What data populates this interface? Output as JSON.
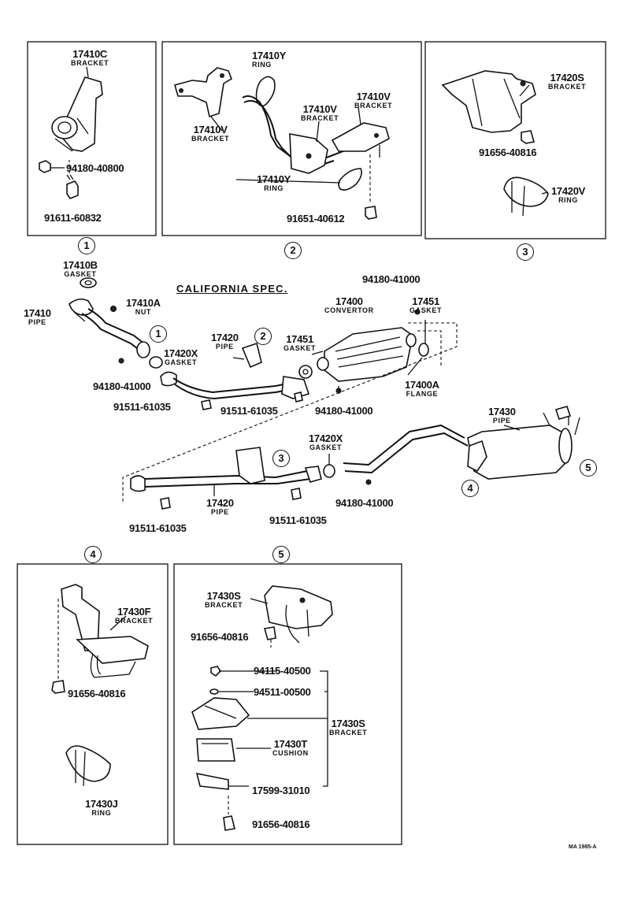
{
  "diagram": {
    "spec_title": "CALIFORNIA  SPEC.",
    "ref_code": "MA 1985-A",
    "section_markers": [
      "1",
      "2",
      "3",
      "4",
      "5"
    ],
    "box1": {
      "bracket_17410c": {
        "num": "17410C",
        "name": "BRACKET"
      },
      "nut_94180_40800": "94180-40800",
      "bolt_91611_60832": "91611-60832"
    },
    "box2": {
      "ring_17410y_top": {
        "num": "17410Y",
        "name": "RING"
      },
      "bracket_17410v_left": {
        "num": "17410V",
        "name": "BRACKET"
      },
      "bracket_17410v_mid": {
        "num": "17410V",
        "name": "BRACKET"
      },
      "bracket_17410v_right": {
        "num": "17410V",
        "name": "BRACKET"
      },
      "ring_17410y_bottom": {
        "num": "17410Y",
        "name": "RING"
      },
      "bolt_91651_40612": "91651-40612"
    },
    "box3": {
      "bracket_17420s": {
        "num": "17420S",
        "name": "BRACKET"
      },
      "bolt_91656_40816": "91656-40816",
      "ring_17420v": {
        "num": "17420V",
        "name": "RING"
      }
    },
    "middle": {
      "gasket_17410b": {
        "num": "17410B",
        "name": "GASKET"
      },
      "pipe_17410": {
        "num": "17410",
        "name": "PIPE"
      },
      "nut_17410a": {
        "num": "17410A",
        "name": "NUT"
      },
      "nut_94180_41000_a": "94180-41000",
      "pipe_17420_top": {
        "num": "17420",
        "name": "PIPE"
      },
      "gasket_17420x_top": {
        "num": "17420X",
        "name": "GASKET"
      },
      "bolt_91511_61035_a": "91511-61035",
      "bolt_91511_61035_b": "91511-61035",
      "gasket_17451_a": {
        "num": "17451",
        "name": "GASKET"
      },
      "convertor_17400": {
        "num": "17400",
        "name": "CONVERTOR"
      },
      "nut_94180_41000_b": "94180-41000",
      "gasket_17451_b": {
        "num": "17451",
        "name": "GASKET"
      },
      "flange_17400a": {
        "num": "17400A",
        "name": "FLANGE"
      },
      "nut_94180_41000_c": "94180-41000",
      "pipe_17430": {
        "num": "17430",
        "name": "PIPE"
      },
      "gasket_17420x_bottom": {
        "num": "17420X",
        "name": "GASKET"
      },
      "pipe_17420_bottom": {
        "num": "17420",
        "name": "PIPE"
      },
      "bolt_91511_61035_c": "91511-61035",
      "bolt_91511_61035_d": "91511-61035",
      "nut_94180_41000_d": "94180-41000"
    },
    "box4": {
      "bracket_17430f": {
        "num": "17430F",
        "name": "BRACKET"
      },
      "bolt_91656_40816": "91656-40816",
      "ring_17430j": {
        "num": "17430J",
        "name": "RING"
      }
    },
    "box5": {
      "bracket_17430s_top": {
        "num": "17430S",
        "name": "BRACKET"
      },
      "bolt_91656_40816_top": "91656-40816",
      "nut_94115_40500": "94115-40500",
      "washer_94511_00500": "94511-00500",
      "bracket_17430s_assy": {
        "num": "17430S",
        "name": "BRACKET"
      },
      "cushion_17430t": {
        "num": "17430T",
        "name": "CUSHION"
      },
      "bolt_17599_31010": "17599-31010",
      "bolt_91656_40816_bottom": "91656-40816"
    }
  }
}
